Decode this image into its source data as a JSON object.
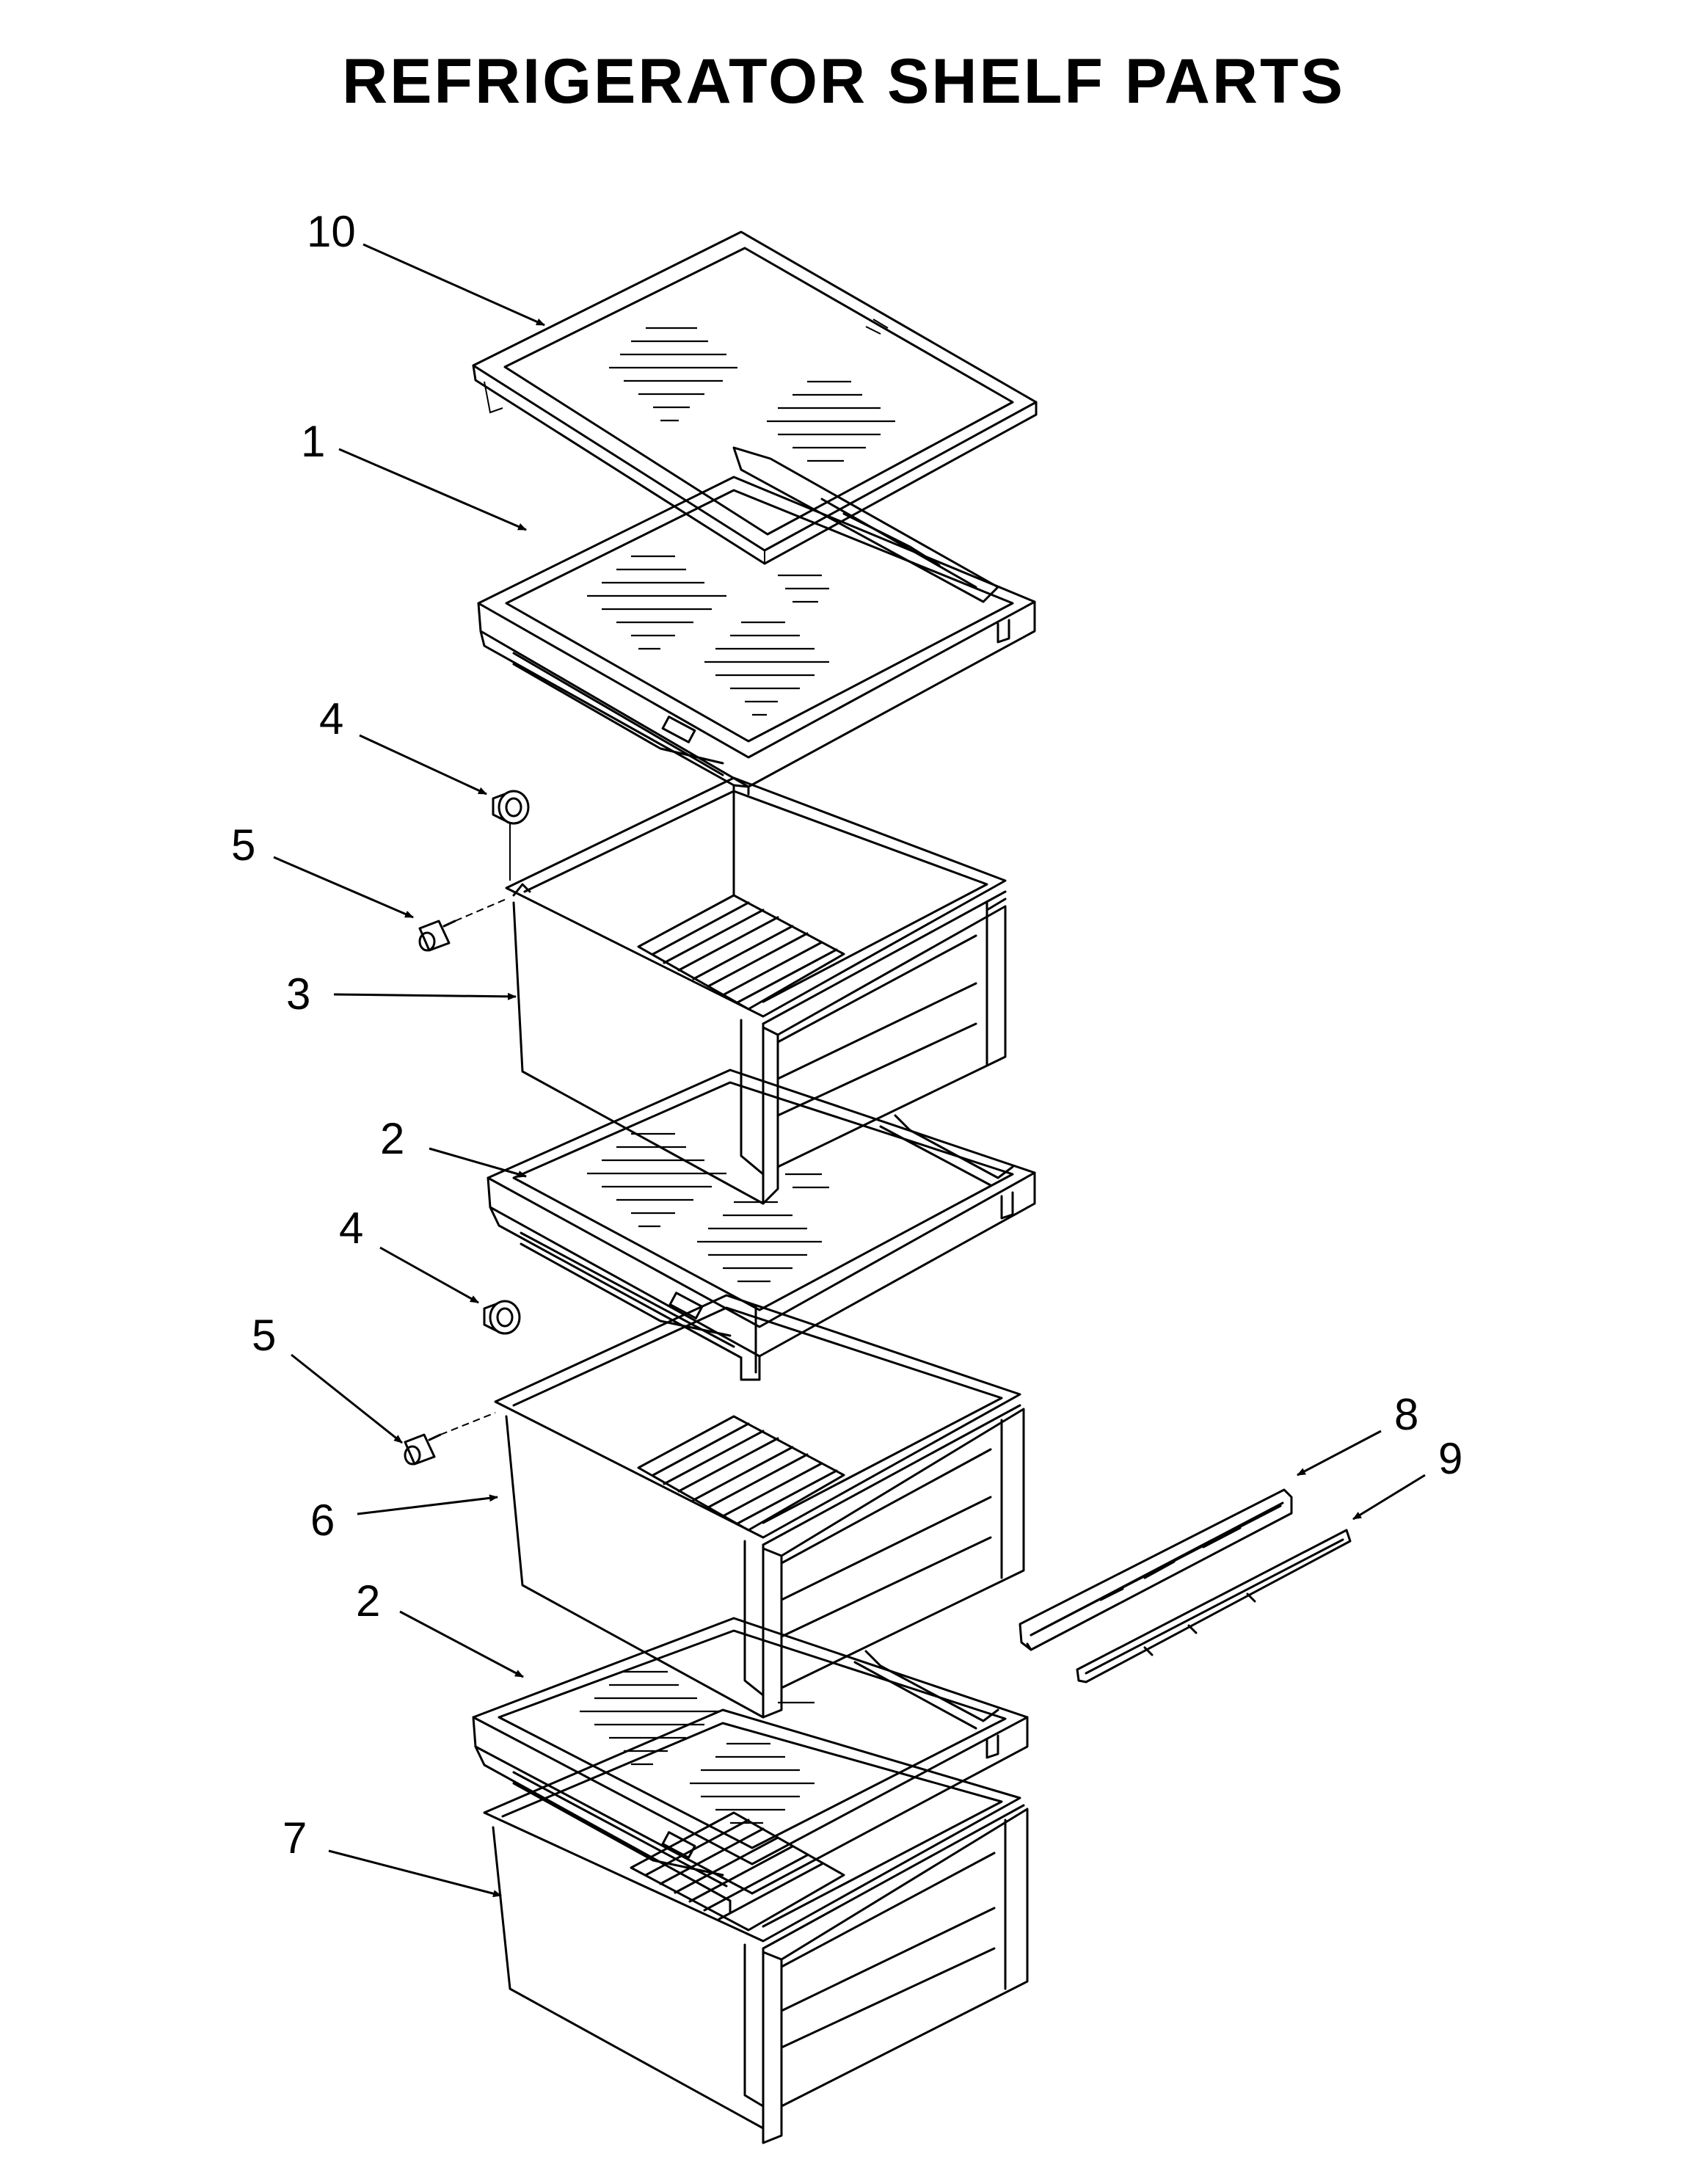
{
  "title": "REFRIGERATOR SHELF PARTS",
  "callouts": [
    {
      "id": "c10",
      "label": "10"
    },
    {
      "id": "c1",
      "label": "1"
    },
    {
      "id": "c4a",
      "label": "4"
    },
    {
      "id": "c5a",
      "label": "5"
    },
    {
      "id": "c3",
      "label": "3"
    },
    {
      "id": "c2a",
      "label": "2"
    },
    {
      "id": "c4b",
      "label": "4"
    },
    {
      "id": "c5b",
      "label": "5"
    },
    {
      "id": "c8",
      "label": "8"
    },
    {
      "id": "c9",
      "label": "9"
    },
    {
      "id": "c6",
      "label": "6"
    },
    {
      "id": "c2b",
      "label": "2"
    },
    {
      "id": "c7",
      "label": "7"
    }
  ]
}
